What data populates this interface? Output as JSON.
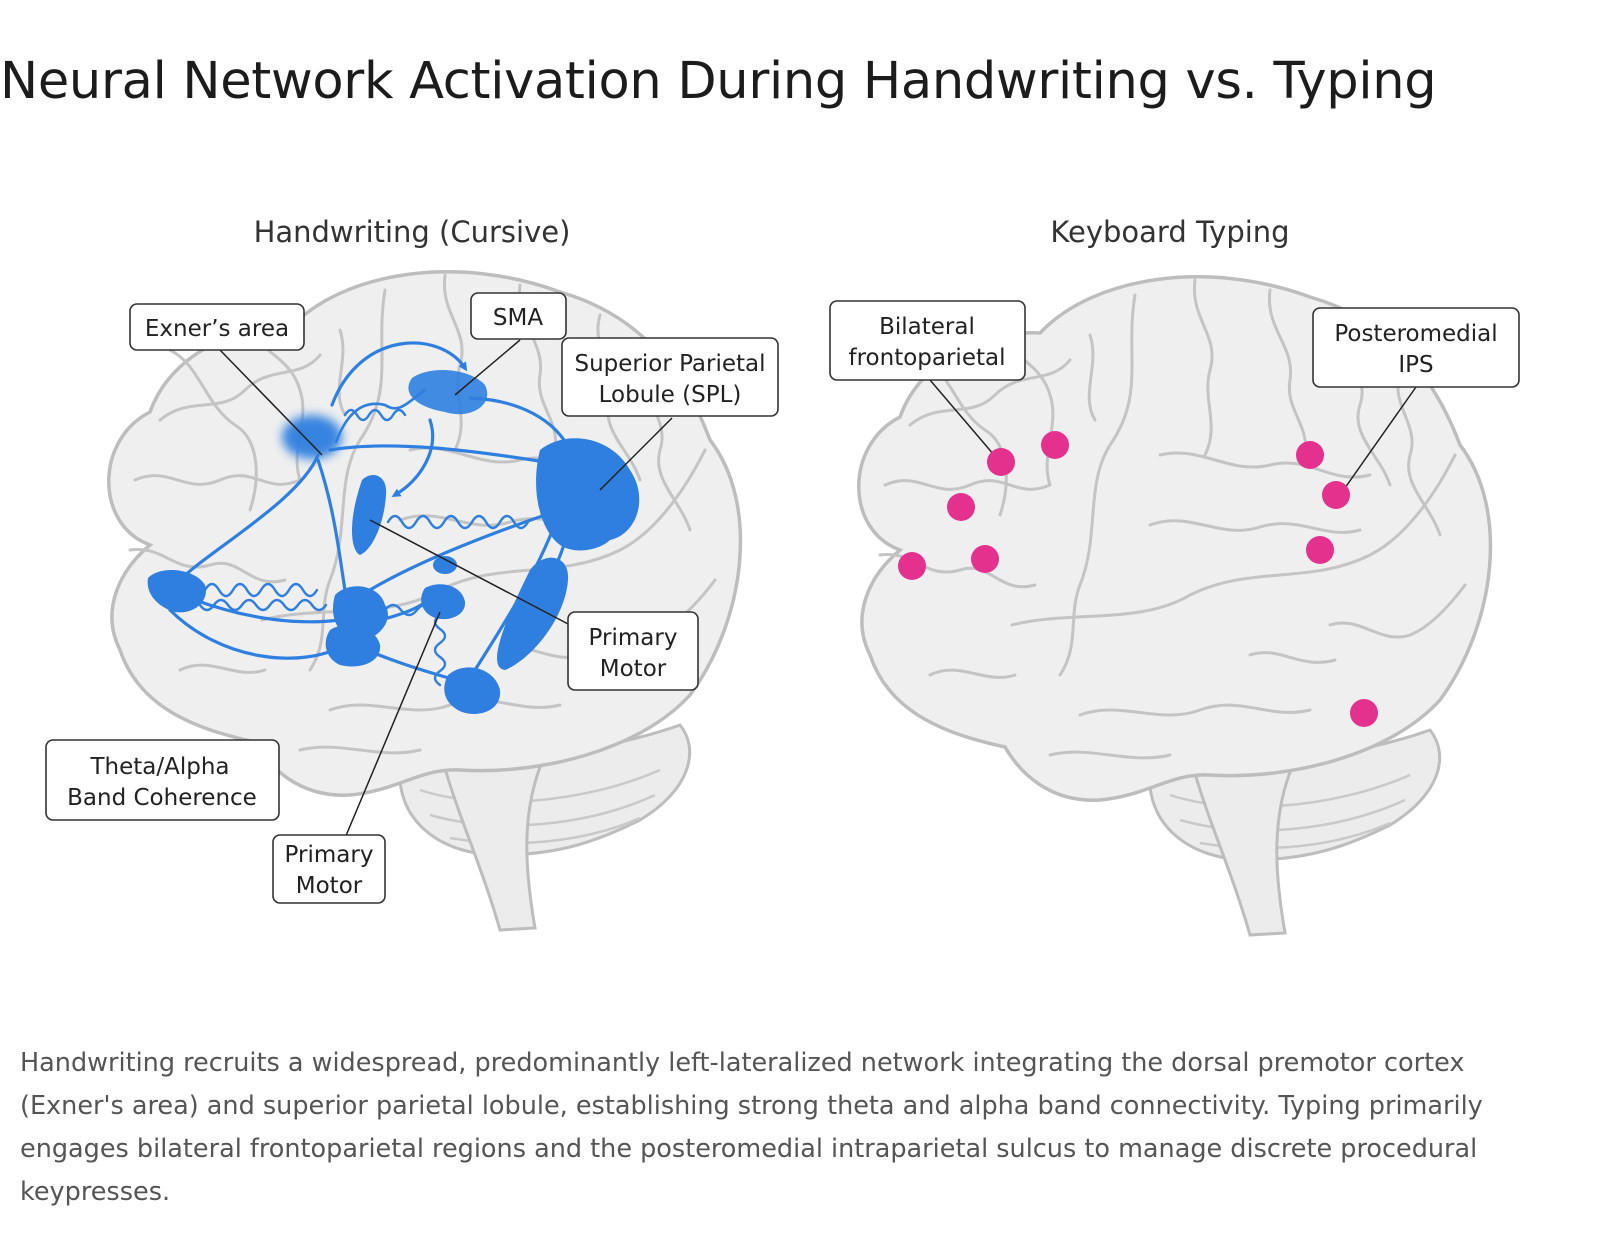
{
  "title": "Neural Network Activation During Handwriting vs. Typing",
  "panels": {
    "handwriting": {
      "heading": "Handwriting (Cursive)",
      "labels": {
        "exner": "Exner’s area",
        "sma": "SMA",
        "spl_line1": "Superior Parietal",
        "spl_line2": "Lobule (SPL)",
        "motor_right_line1": "Primary",
        "motor_right_line2": "Motor",
        "theta_line1": "Theta/Alpha",
        "theta_line2": "Band Coherence",
        "motor_bottom_line1": "Primary",
        "motor_bottom_line2": "Motor"
      },
      "activation_color": "#2f7fe0"
    },
    "typing": {
      "heading": "Keyboard Typing",
      "labels": {
        "bilateral_line1": "Bilateral",
        "bilateral_line2": "frontoparietal",
        "ips_line1": "Posteromedial",
        "ips_line2": "IPS"
      },
      "dot_color": "#e5318e"
    }
  },
  "caption": "Handwriting recruits a widespread, predominantly left-lateralized network integrating the dorsal premotor cortex (Exner's area) and superior parietal lobule, establishing strong theta and alpha band connectivity. Typing primarily engages bilateral frontoparietal regions and the posteromedial intraparietal sulcus to manage discrete procedural keypresses.",
  "colors": {
    "brain_fill": "#efefef",
    "brain_outline": "#bdbdbd",
    "fold_stroke": "#c4c4c4"
  }
}
